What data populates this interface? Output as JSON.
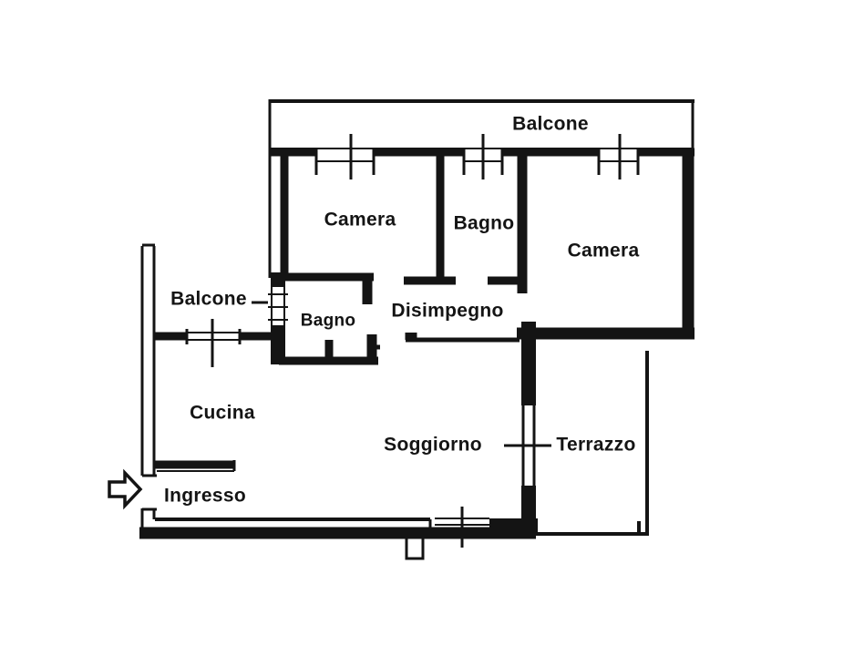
{
  "plan": {
    "title_rooms": {
      "balcone_top": "Balcone",
      "camera_left": "Camera",
      "bagno_top": "Bagno",
      "camera_right": "Camera",
      "balcone_left": "Balcone",
      "bagno_small": "Bagno",
      "disimpegno": "Disimpegno",
      "cucina": "Cucina",
      "ingresso": "Ingresso",
      "soggiorno": "Soggiorno",
      "terrazzo": "Terrazzo"
    },
    "colors": {
      "ink": "#141414",
      "background": "#ffffff"
    }
  }
}
